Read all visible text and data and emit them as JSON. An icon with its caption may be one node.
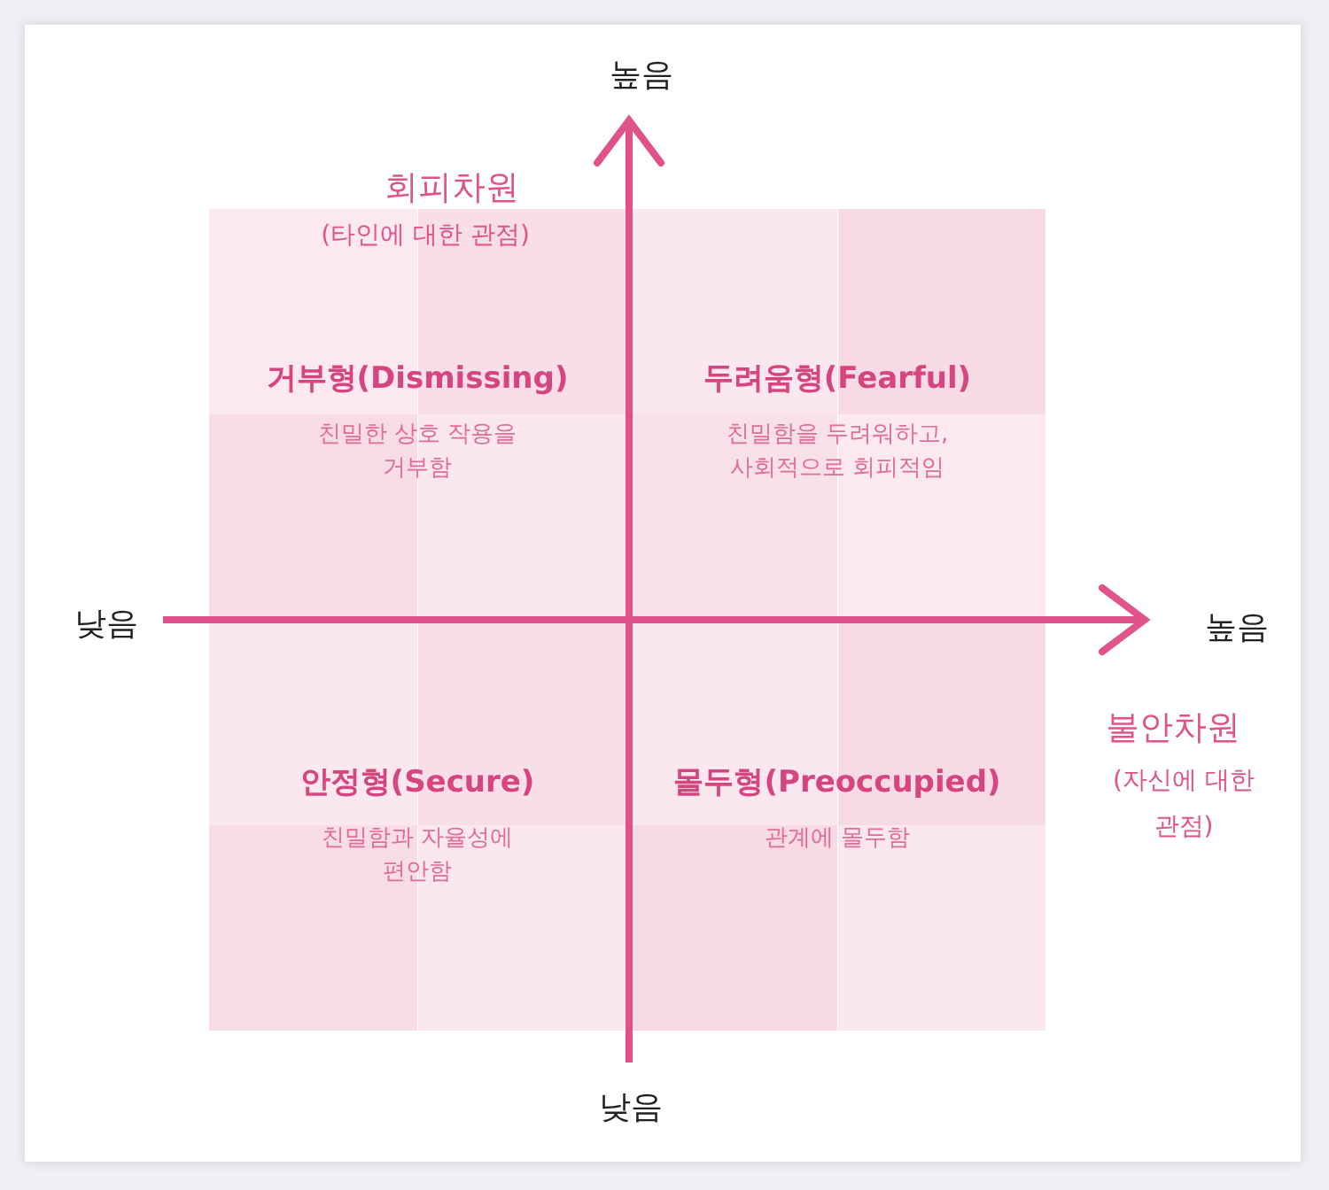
{
  "diagram": {
    "nodes": [
      {
        "text": [
          "거부형(Dismissing)",
          "친밀한 상호 작용을 거부함"
        ]
      },
      {
        "text": [
          "두려움형(Fearful)",
          "친밀함을 두려워하고, 사회적으로 회피적임"
        ]
      },
      {
        "text": [
          "안정형(Secure)",
          "친밀함과 자율성에 편안함"
        ]
      },
      {
        "text": [
          "몰두형(Preoccupied)",
          "관계에 몰두함"
        ]
      }
    ],
    "labels": [
      "회피차원",
      "높음",
      "(타인에 대한 관점)",
      "낮음",
      "높음",
      "불안차원",
      "(자신에 대한 관점)",
      "낮음"
    ]
  }
}
